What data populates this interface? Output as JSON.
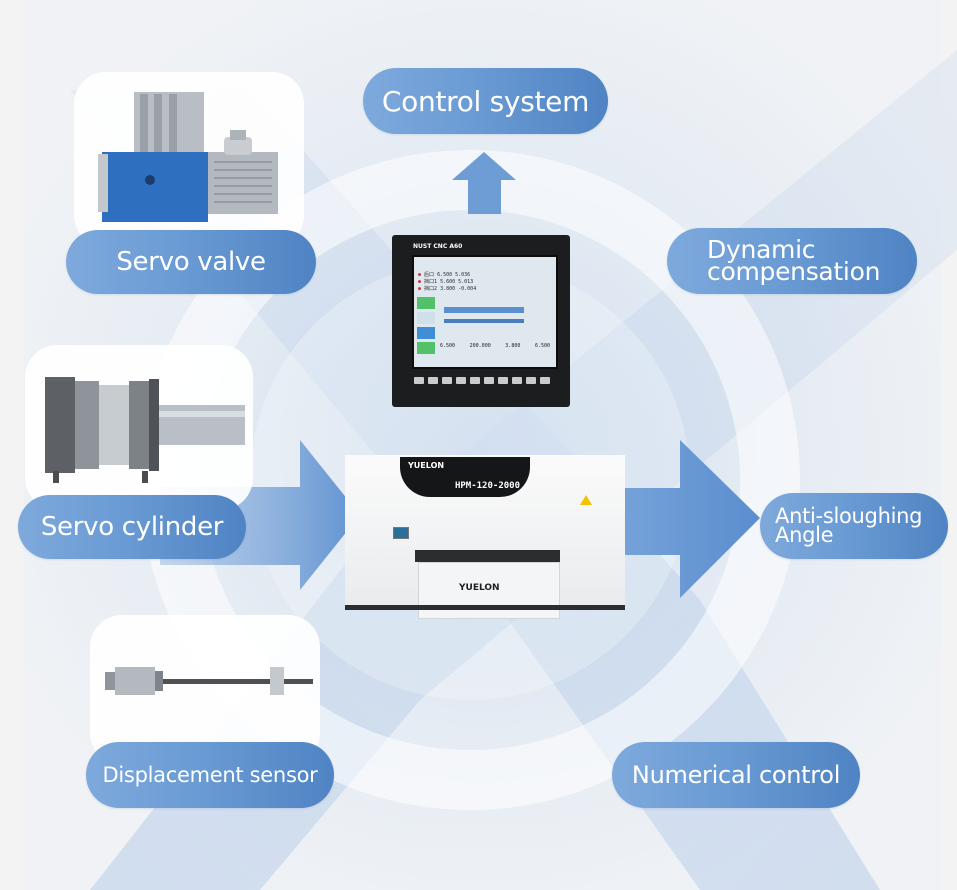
{
  "diagram": {
    "center": {
      "machine": {
        "brand": "YUELON",
        "model": "HPM-120-2000",
        "front_brand": "YUELON"
      },
      "controller": {
        "brand": "NUST CNC A60",
        "screen_rows": [
          {
            "label": "后口",
            "v1": "6.500",
            "v2": "5.036"
          },
          {
            "label": "挡口1",
            "v1": "5.600",
            "v2": "5.013"
          },
          {
            "label": "挡口2",
            "v1": "3.800",
            "v2": "-0.004"
          }
        ],
        "bottom_values": [
          "6.500",
          "200.000",
          "3.800",
          "6.500"
        ]
      }
    },
    "nodes": {
      "control_system": "Control system",
      "servo_valve": "Servo valve",
      "dynamic_compensation": [
        "Dynamic",
        "compensation"
      ],
      "servo_cylinder": "Servo cylinder",
      "anti_sloughing": [
        "Anti-sloughing",
        "Angle"
      ],
      "displacement_sensor": "Displacement sensor",
      "numerical_control": "Numerical control"
    },
    "colors": {
      "pill_start": "#7ea9dc",
      "pill_end": "#4f83c3",
      "arrow": "#6b9ad3",
      "valve_blue": "#2f6fc0",
      "background": "#f3f3f3"
    }
  }
}
